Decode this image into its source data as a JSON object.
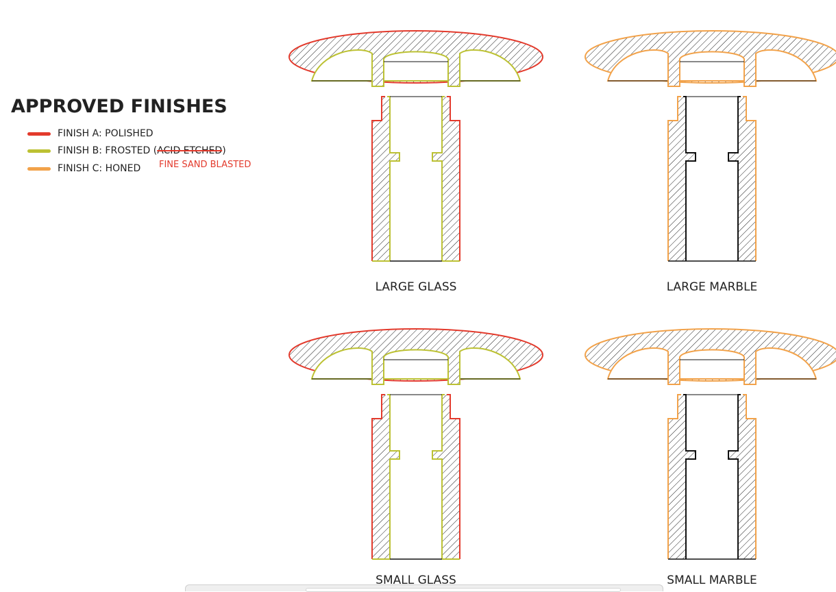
{
  "legend": {
    "title": "APPROVED FINISHES",
    "items": [
      {
        "prefix": "FINISH A: POLISHED",
        "struck": "",
        "suffix": "",
        "color": "#e33a2c"
      },
      {
        "prefix": "FINISH B: FROSTED (",
        "struck": "ACID ETCHED",
        "suffix": ")",
        "color": "#bcc133"
      },
      {
        "prefix": "FINISH C: HONED",
        "struck": "",
        "suffix": "",
        "color": "#f2a24a"
      }
    ],
    "correction_note": "FINE SAND BLASTED",
    "correction_color": "#e33a2c"
  },
  "parts": [
    {
      "caption": "LARGE GLASS",
      "type": "glass",
      "size": "large"
    },
    {
      "caption": "LARGE MARBLE",
      "type": "marble",
      "size": "large"
    },
    {
      "caption": "SMALL GLASS",
      "type": "glass",
      "size": "small"
    },
    {
      "caption": "SMALL MARBLE",
      "type": "marble",
      "size": "small"
    }
  ],
  "colors": {
    "polished": "#e33a2c",
    "frosted": "#bcc133",
    "honed": "#f2a24a",
    "outline": "#111111"
  }
}
